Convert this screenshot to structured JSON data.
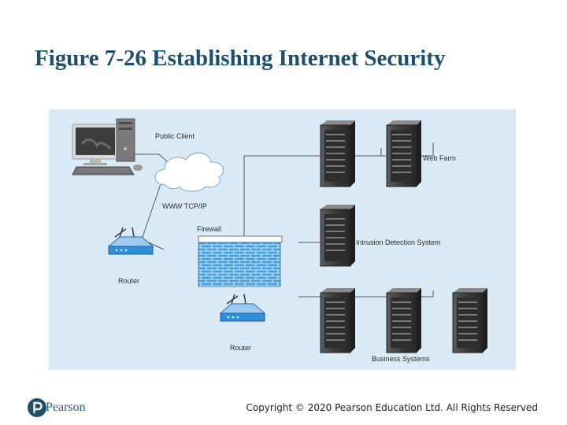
{
  "title": "Figure 7-26 Establishing Internet Security",
  "diagram": {
    "labels": {
      "public_client": "Public Client",
      "www_tcpip": "WWW TCP/IP",
      "firewall": "Firewall",
      "router_left": "Router",
      "router_bottom": "Router",
      "web_farm": "Web Farm",
      "intrusion_detection": "Intrusion Detection System",
      "business_systems": "Business Systems"
    },
    "colors": {
      "background": "#dbeaf7",
      "firewall_brick": "#4a9fd8",
      "server": "#4a4a4a",
      "router": "#2f8fd8",
      "connector": "#5a5a5a"
    }
  },
  "footer": {
    "logo": "Pearson",
    "copyright": "Copyright © 2020 Pearson Education Ltd. All Rights Reserved"
  }
}
